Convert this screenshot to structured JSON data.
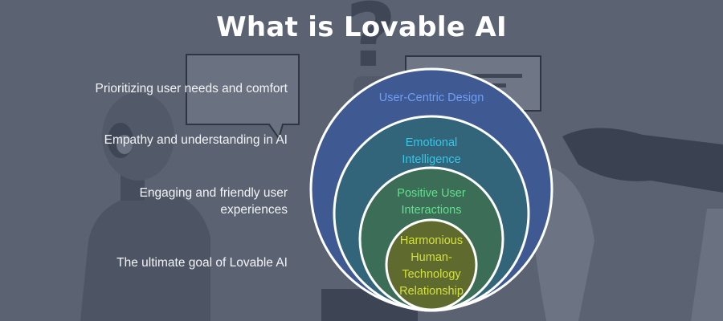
{
  "title": "What is Lovable AI",
  "descriptions": [
    "Prioritizing user needs and comfort",
    "Empathy and understanding in AI",
    "Engaging and friendly user experiences",
    "The ultimate goal of Lovable AI"
  ],
  "circles": [
    {
      "label": "User-Centric Design",
      "fill": "#3f5a92",
      "text_color": "#6f9ef5"
    },
    {
      "label": "Emotional Intelligence",
      "fill": "#326579",
      "text_color": "#38c5e6"
    },
    {
      "label": "Positive User Interactions",
      "fill": "#3b6d57",
      "text_color": "#63e08c"
    },
    {
      "label": "Harmonious Human-Technology Relationship",
      "fill": "#5f6a2f",
      "text_color": "#d4e03c"
    }
  ],
  "colors": {
    "background": "#5b6373",
    "title": "#ffffff",
    "description_text": "#f2f3f5",
    "circle_stroke": "#ffffff"
  }
}
